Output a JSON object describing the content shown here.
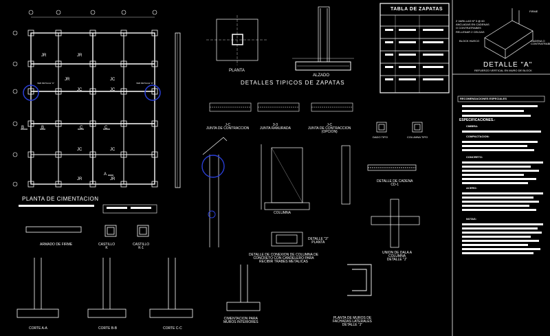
{
  "plan": {
    "title": "PLANTA DE CIMENTACION",
    "zone_labels": [
      "JR",
      "JR",
      "JC",
      "JC",
      "JC",
      "JR",
      "JC",
      "JC",
      "JR",
      "JR"
    ],
    "detail_callout_left": "VER DETALLE \"A\"",
    "detail_callout_right": "VER DETALLE \"A\"",
    "cut_a": "A",
    "cut_b": "B",
    "cut_c": "C"
  },
  "footing": {
    "planta": "PLANTA",
    "alzado": "ALZADO",
    "section_title": "DETALLES TIPICOS DE ZAPATAS"
  },
  "joints": {
    "jc": "J-C\nJUNTA DE CONTRACCION",
    "jr": "3-3\nJUNTA RANURADA",
    "jco": "J-C\nJUNTA DE CONTRACCION\n(OPCION)"
  },
  "dados": {
    "dado": "DADO TIPO",
    "columna": "COLUMNA TIPO"
  },
  "cadena": "DETALLE DE CADENA\nCD-1",
  "misc": {
    "armado_firme": "ARMADO DE FIRME",
    "castillo_k": "CASTILLO\nK",
    "castillo_k1": "CASTILLO\nK-1",
    "columna": "COLUMNA",
    "conexion": "DETALLE DE CONEXION DE COLUMNA DE\nCONCRETO CON CANDELERO PARA\nRECIBIR TRABES METALICAS",
    "detalle3": "DETALLE \"3\"\nPLANTA",
    "union": "UNION DE DALA A\nCOLUMNA\nDETALLE \"J\"",
    "cim_muros": "CIMENTACION PARA\nMUROS INTERIORES",
    "planta_muros": "PLANTA DE MUROS DE\nFACHADAS LATERALES\nDETALLE \"J\"",
    "corte_a": "CORTE A-A",
    "corte_b": "CORTE B-B",
    "corte_c": "CORTE C-C"
  },
  "table": {
    "title": "TABLA DE ZAPATAS"
  },
  "detail_a": {
    "title": "DETALLE \"A\"",
    "subtitle": "REFUERZO VERTICAL EN MURO DE BLOCK",
    "note": "2 VARILLAS Nº 3 @ 60\nANCLADAS EN CADENAS\nO CONTRATRABES\nRELLENAR 2 CELDAS",
    "block": "BLOCK HUECO",
    "cadena": "CADENA O\nCONTRATRABE",
    "firme": "FIRME"
  },
  "notes": {
    "recomendaciones": "RECOMENDACIONES ESPECIALES",
    "especificaciones": "ESPECIFICACIONES.-",
    "cimbra": "CIMBRA:",
    "compactacion": "COMPACTACION:",
    "concreto": "CONCRETO:",
    "acero": "ACERO:",
    "notas": "NOTAS:"
  }
}
